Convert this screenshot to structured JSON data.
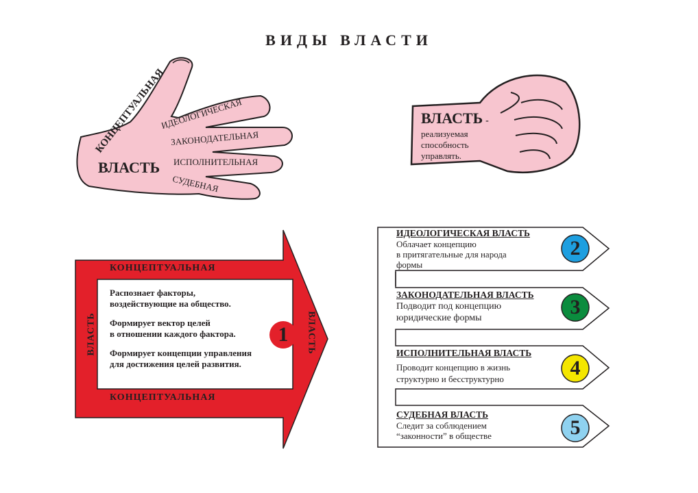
{
  "title": "ВИДЫ ВЛАСТИ",
  "hand": {
    "thumb": "КОНЦЕПТУАЛЬНАЯ",
    "fingers": [
      "ИДЕОЛОГИЧЕСКАЯ",
      "ЗАКОНОДАТЕЛЬНАЯ",
      "ИСПОЛНИТЕЛЬНАЯ",
      "СУДЕБНАЯ"
    ],
    "palm": "ВЛАСТЬ"
  },
  "fist": {
    "heading": "ВЛАСТЬ",
    "dash": "-",
    "lines": [
      "реализуемая",
      "способность",
      "управлять."
    ]
  },
  "arrow": {
    "top_label": "КОНЦЕПТУАЛЬНАЯ",
    "bottom_label": "КОНЦЕПТУАЛЬНАЯ",
    "left_label": "ВЛАСТЬ",
    "right_label": "ВЛАСТЬ",
    "number": "1",
    "paragraphs": [
      [
        "Распознает факторы,",
        "воздействующие на общество."
      ],
      [
        "Формирует вектор целей",
        "в отношении каждого фактора."
      ],
      [
        "Формирует концепции управления",
        "для достижения целей развития."
      ]
    ]
  },
  "banners": [
    {
      "heading": "ИДЕОЛОГИЧЕСКАЯ ВЛАСТЬ",
      "lines": [
        "Облачает концепцию",
        "в притягательные для народа",
        "формы"
      ],
      "number": "2",
      "color": "#1e9fe0"
    },
    {
      "heading": "ЗАКОНОДАТЕЛЬНАЯ ВЛАСТЬ",
      "lines": [
        "Подводит под концепцию",
        "юридические формы"
      ],
      "number": "3",
      "color": "#0b8c3e"
    },
    {
      "heading": "ИСПОЛНИТЕЛЬНАЯ ВЛАСТЬ",
      "lines": [
        "Проводит концепцию в жизнь",
        "структурно и бесструктурно"
      ],
      "number": "4",
      "color": "#f4e600"
    },
    {
      "heading": "СУДЕБНАЯ ВЛАСТЬ",
      "lines": [
        "Следит за соблюдением",
        "“законности” в обществе"
      ],
      "number": "5",
      "color": "#8fd2f0"
    }
  ],
  "colors": {
    "pink": "#f7c5cf",
    "red": "#e3202a"
  }
}
